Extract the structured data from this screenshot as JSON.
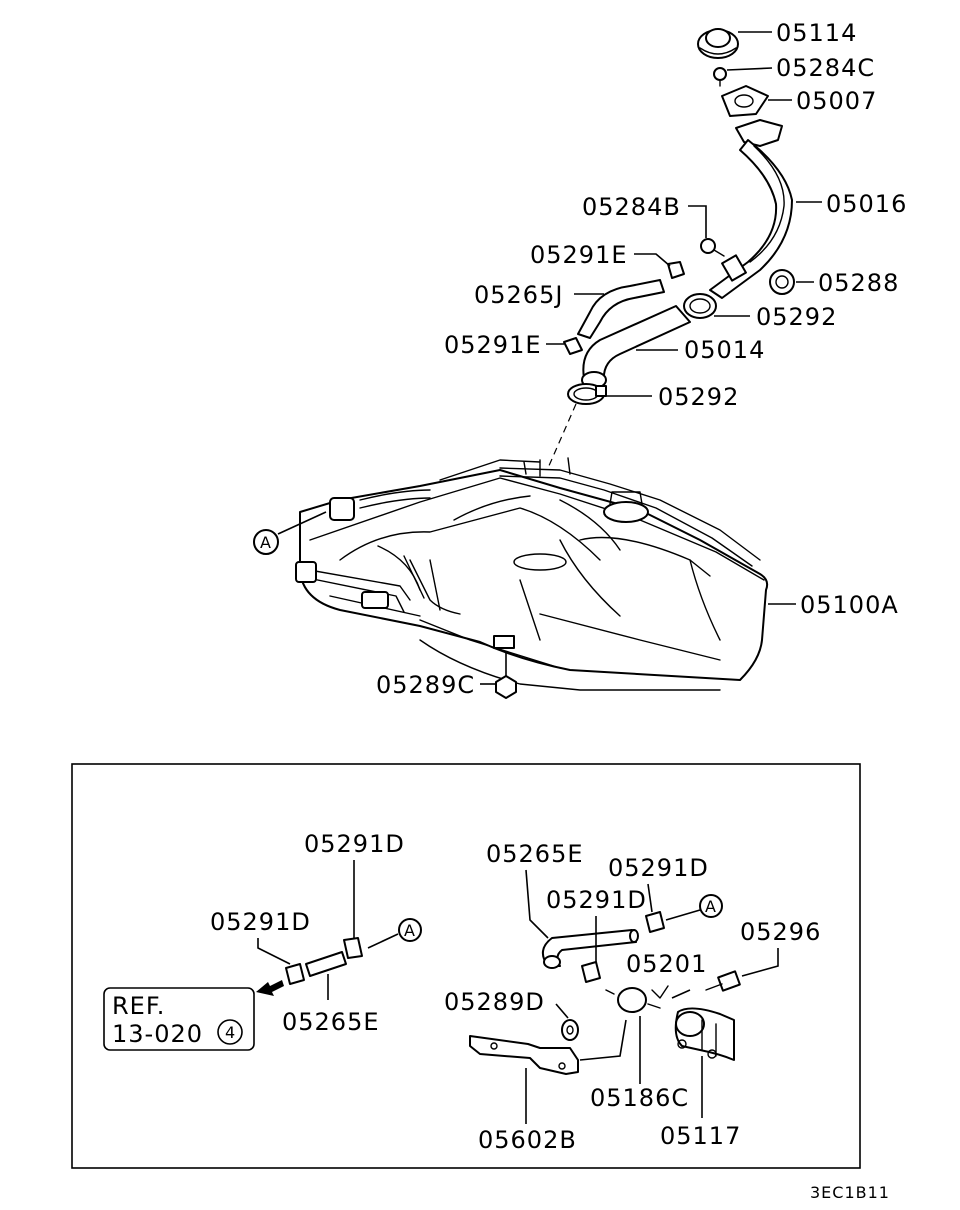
{
  "upper_callouts": {
    "cap": "05114",
    "screw_top": "05284C",
    "gasket": "05007",
    "filler_neck": "05016",
    "bolt": "05284B",
    "grommet": "05288",
    "clip_upper": "05291E",
    "breather_hose": "05265J",
    "clamp_upper": "05292",
    "clip_lower": "05291E",
    "filler_hose": "05014",
    "clamp_lower": "05292",
    "tank": "05100A",
    "drain_nut": "05289C"
  },
  "inset_callouts": {
    "clip_a": "05291D",
    "clip_b": "05291D",
    "hose_short": "05265E",
    "hose_bent": "05265E",
    "clip_c": "05291D",
    "clip_d": "05291D",
    "valve": "05201",
    "fitting": "05296",
    "nut": "05289D",
    "bracket": "05602B",
    "two_way_valve": "05186C",
    "canister": "05117"
  },
  "reference_markers": {
    "marker_letter": "A"
  },
  "ref_box": {
    "line1": "REF.",
    "line2": "13-020",
    "circle_num": "4"
  },
  "figure_code": "3EC1B11"
}
